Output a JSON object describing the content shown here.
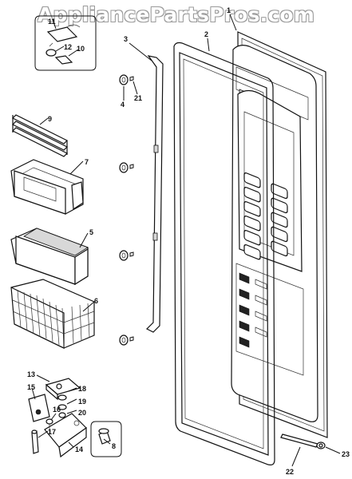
{
  "watermark": "AppliancePartsPros.com",
  "callouts": [
    "1",
    "2",
    "3",
    "4",
    "21",
    "11",
    "12",
    "10",
    "9",
    "7",
    "5",
    "6",
    "13",
    "15",
    "18",
    "19",
    "16",
    "20",
    "17",
    "14",
    "8",
    "23",
    "22"
  ]
}
